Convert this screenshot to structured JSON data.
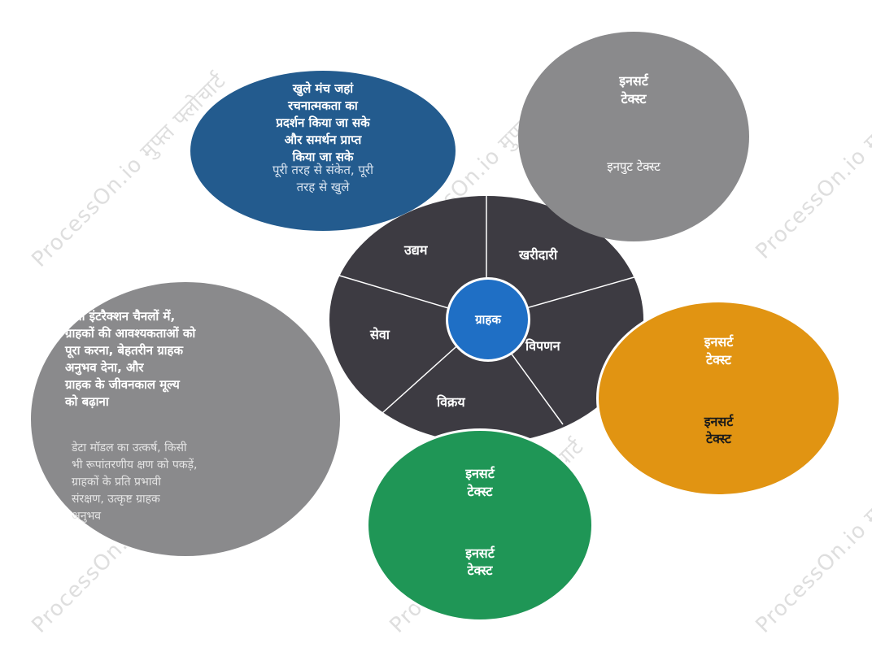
{
  "watermark": "ProcessOn.io मुफ्त फ्लोचार्ट",
  "colors": {
    "blue": "#235b8e",
    "gray": "#8a8a8c",
    "orange": "#e19412",
    "green": "#1f9656",
    "wheel": "#3d3b42",
    "hub": "#1f6fc5"
  },
  "blue_bubble": {
    "text": "खुले मंच जहां\nरचनात्मकता का\nप्रदर्शन किया जा सके\nऔर समर्थन प्राप्त\nकिया जा सके",
    "sub": "पूरी तरह से संकेत, पूरी\nतरह से खुले"
  },
  "gray_top_bubble": {
    "title": "इनसर्ट\nटेक्स्ट",
    "sub": "इनपुट टेक्स्ट"
  },
  "gray_left_bubble": {
    "text": "सभी इंटरैक्शन चैनलों में,\nग्राहकों की आवश्यकताओं को\nपूरा करना, बेहतरीन ग्राहक\nअनुभव देना, और\nग्राहक के जीवनकाल मूल्य\nको बढ़ाना",
    "sub": "डेटा मॉडल का उत्कर्ष, किसी\nभी रूपांतरणीय क्षण को पकड़ें,\nग्राहकों के प्रति प्रभावी\nसंरक्षण, उत्कृष्ट ग्राहक\nअनुभव"
  },
  "orange_bubble": {
    "title": "इनसर्ट\nटेक्स्ट",
    "sub": "इनसर्ट\nटेक्स्ट"
  },
  "green_bubble": {
    "title": "इनसर्ट\nटेक्स्ट",
    "sub": "इनसर्ट\nटेक्स्ट"
  },
  "wheel": {
    "center": "ग्राहक",
    "segments": {
      "enterprise": "उद्यम",
      "purchase": "खरीदारी",
      "marketing": "विपणन",
      "sales": "विक्रय",
      "service": "सेवा"
    }
  }
}
